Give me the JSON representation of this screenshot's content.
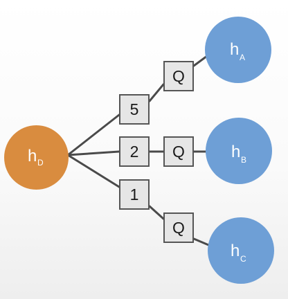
{
  "nodes": {
    "d": {
      "main": "h",
      "sub": "D",
      "color": "#d98c3f"
    },
    "a": {
      "main": "h",
      "sub": "A",
      "color": "#6e9fd6"
    },
    "b": {
      "main": "h",
      "sub": "B",
      "color": "#6e9fd6"
    },
    "c": {
      "main": "h",
      "sub": "C",
      "color": "#6e9fd6"
    }
  },
  "boxes": {
    "top": "5",
    "middle": "2",
    "bottom": "1",
    "q_a": "Q",
    "q_b": "Q",
    "q_c": "Q"
  },
  "colors": {
    "box_fill": "#e6e6e6",
    "edge": "#4a4a4a"
  }
}
